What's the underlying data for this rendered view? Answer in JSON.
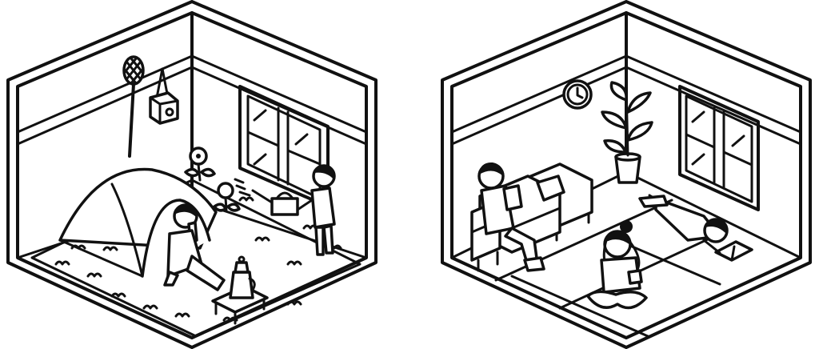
{
  "illustration": {
    "rooms": [
      {
        "name": "indoor-camping-room",
        "objects": [
          "dome-tent",
          "fly-swatter",
          "hanging-lantern",
          "window",
          "potted-flowers",
          "watering-can",
          "rug",
          "low-table",
          "coffee-pot",
          "person-drinking",
          "person-watering"
        ]
      },
      {
        "name": "living-room",
        "objects": [
          "wall-clock",
          "potted-plant",
          "window",
          "sofa",
          "cushion",
          "tatami-floor",
          "person-reading-on-sofa",
          "person-stretching",
          "person-lying-reading"
        ]
      }
    ],
    "colors": {
      "line": "#111111",
      "background": "#ffffff"
    }
  }
}
